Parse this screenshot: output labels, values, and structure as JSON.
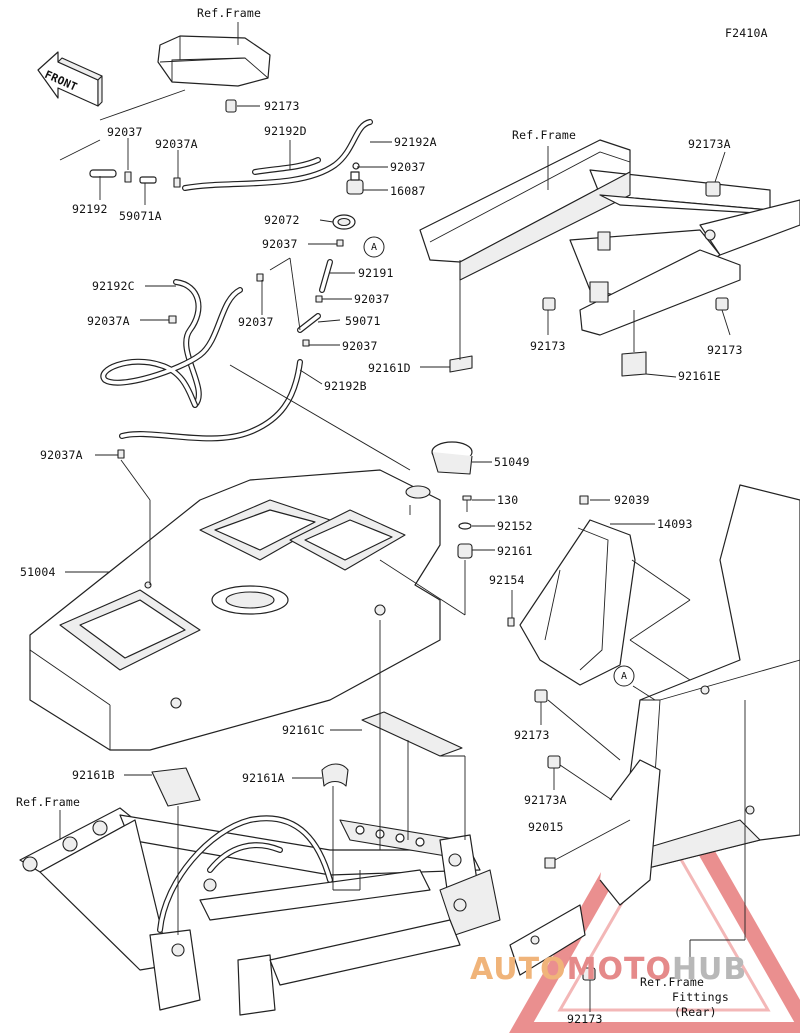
{
  "diagram_code": "F2410A",
  "front_label": "FRONT",
  "callout_letter": "A",
  "labels": {
    "ref_frame_top": "Ref.Frame",
    "ref_frame_mid": "Ref.Frame",
    "ref_frame_left": "Ref.Frame",
    "ref_frame_fittings_line1": "Ref.Frame",
    "ref_frame_fittings_line2": "Fittings",
    "ref_frame_fittings_line3": "(Rear)"
  },
  "parts": [
    {
      "id": "p1",
      "number": "92173"
    },
    {
      "id": "p2",
      "number": "92037"
    },
    {
      "id": "p3",
      "number": "92192D"
    },
    {
      "id": "p4",
      "number": "92192A"
    },
    {
      "id": "p5",
      "number": "92037A"
    },
    {
      "id": "p6",
      "number": "92037"
    },
    {
      "id": "p7",
      "number": "16087"
    },
    {
      "id": "p8",
      "number": "92192"
    },
    {
      "id": "p9",
      "number": "59071A"
    },
    {
      "id": "p10",
      "number": "92072"
    },
    {
      "id": "p11",
      "number": "92037"
    },
    {
      "id": "p12",
      "number": "92191"
    },
    {
      "id": "p13",
      "number": "92192C"
    },
    {
      "id": "p14",
      "number": "92037"
    },
    {
      "id": "p15",
      "number": "92037A"
    },
    {
      "id": "p16",
      "number": "92037"
    },
    {
      "id": "p17",
      "number": "59071"
    },
    {
      "id": "p18",
      "number": "92037"
    },
    {
      "id": "p19",
      "number": "92192B"
    },
    {
      "id": "p20",
      "number": "92173A"
    },
    {
      "id": "p21",
      "number": "92173"
    },
    {
      "id": "p22",
      "number": "92173"
    },
    {
      "id": "p23",
      "number": "92161D"
    },
    {
      "id": "p24",
      "number": "92161E"
    },
    {
      "id": "p25",
      "number": "92037A"
    },
    {
      "id": "p26",
      "number": "51049"
    },
    {
      "id": "p27",
      "number": "130"
    },
    {
      "id": "p28",
      "number": "92039"
    },
    {
      "id": "p29",
      "number": "92152"
    },
    {
      "id": "p30",
      "number": "14093"
    },
    {
      "id": "p31",
      "number": "92161"
    },
    {
      "id": "p32",
      "number": "51004"
    },
    {
      "id": "p33",
      "number": "92154"
    },
    {
      "id": "p34",
      "number": "92173"
    },
    {
      "id": "p35",
      "number": "92161C"
    },
    {
      "id": "p36",
      "number": "92161B"
    },
    {
      "id": "p37",
      "number": "92161A"
    },
    {
      "id": "p38",
      "number": "92173A"
    },
    {
      "id": "p39",
      "number": "92015"
    },
    {
      "id": "p40",
      "number": "92173"
    }
  ],
  "watermark": {
    "part1": "AUTO",
    "part2": "MOTO",
    "part3": "HUB"
  }
}
